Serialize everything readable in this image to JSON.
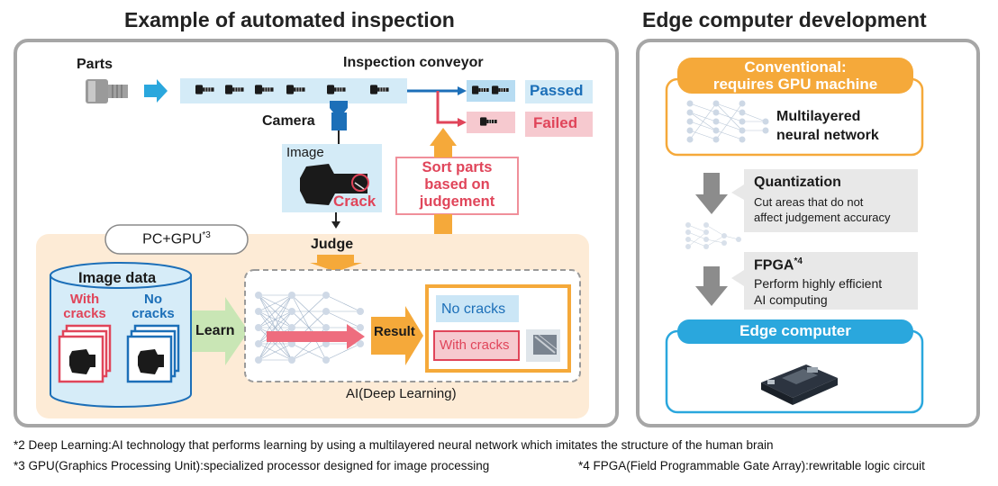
{
  "left": {
    "title": "Example of automated inspection",
    "parts_label": "Parts",
    "conveyor_label": "Inspection conveyor",
    "passed": "Passed",
    "failed": "Failed",
    "camera": "Camera",
    "image": "Image",
    "crack": "Crack",
    "sort_lines": [
      "Sort parts",
      "based on",
      "judgement"
    ],
    "judge": "Judge",
    "pc_gpu": "PC+GPU",
    "pc_gpu_sup": "*3",
    "image_data": "Image data",
    "with_cracks_lines": [
      "With",
      "cracks"
    ],
    "no_cracks_lines": [
      "No",
      "cracks"
    ],
    "learn": "Learn",
    "result": "Result",
    "no_cracks_result": "No cracks",
    "with_cracks_result": "With cracks",
    "ai_label": "AI(Deep Learning)"
  },
  "right": {
    "title": "Edge computer development",
    "conventional_lines": [
      "Conventional:",
      "requires GPU machine"
    ],
    "nn_lines": [
      "Multilayered",
      "neural network"
    ],
    "quant_title": "Quantization",
    "quant_desc_lines": [
      "Cut areas that do not",
      "affect judgement accuracy"
    ],
    "fpga_title": "FPGA",
    "fpga_sup": "*4",
    "fpga_desc_lines": [
      "Perform highly efficient",
      "AI computing"
    ],
    "edge": "Edge computer"
  },
  "footnotes": {
    "line1": "*2 Deep Learning:AI technology that performs learning by using a multilayered neural network which imitates the structure of the human brain",
    "line2a": "*3 GPU(Graphics Processing Unit):specialized processor designed for image processing",
    "line2b": "*4 FPGA(Field Programmable Gate Array):rewritable logic circuit"
  },
  "colors": {
    "orange": "#f5a93a",
    "blue": "#1c6fb8",
    "light_blue": "#d4ebf7",
    "red": "#e0455a",
    "pink": "#f6c9cf",
    "cyan": "#2aa7dd",
    "green": "#c9e6b5",
    "gray": "#8c8c8c"
  }
}
